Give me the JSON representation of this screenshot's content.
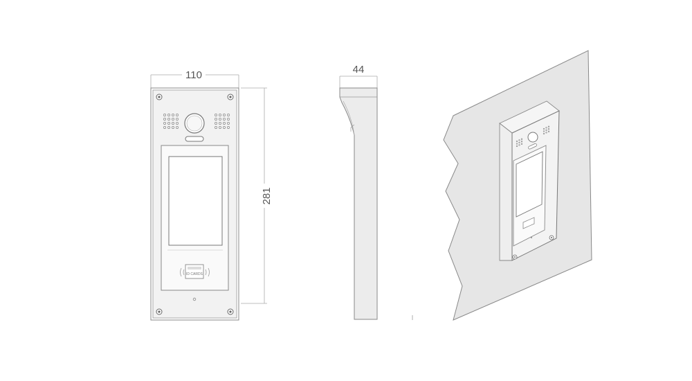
{
  "dimensions": {
    "width": "110",
    "height": "281",
    "depth": "44"
  },
  "front_view": {
    "card_label": "ID CARDS"
  },
  "colors": {
    "line": "#888888",
    "light_line": "#aaaaaa",
    "panel_fill": "#f2f2f2",
    "wall_fill": "#e6e6e6",
    "side_fill": "#ececec",
    "dim_text": "#555555"
  }
}
